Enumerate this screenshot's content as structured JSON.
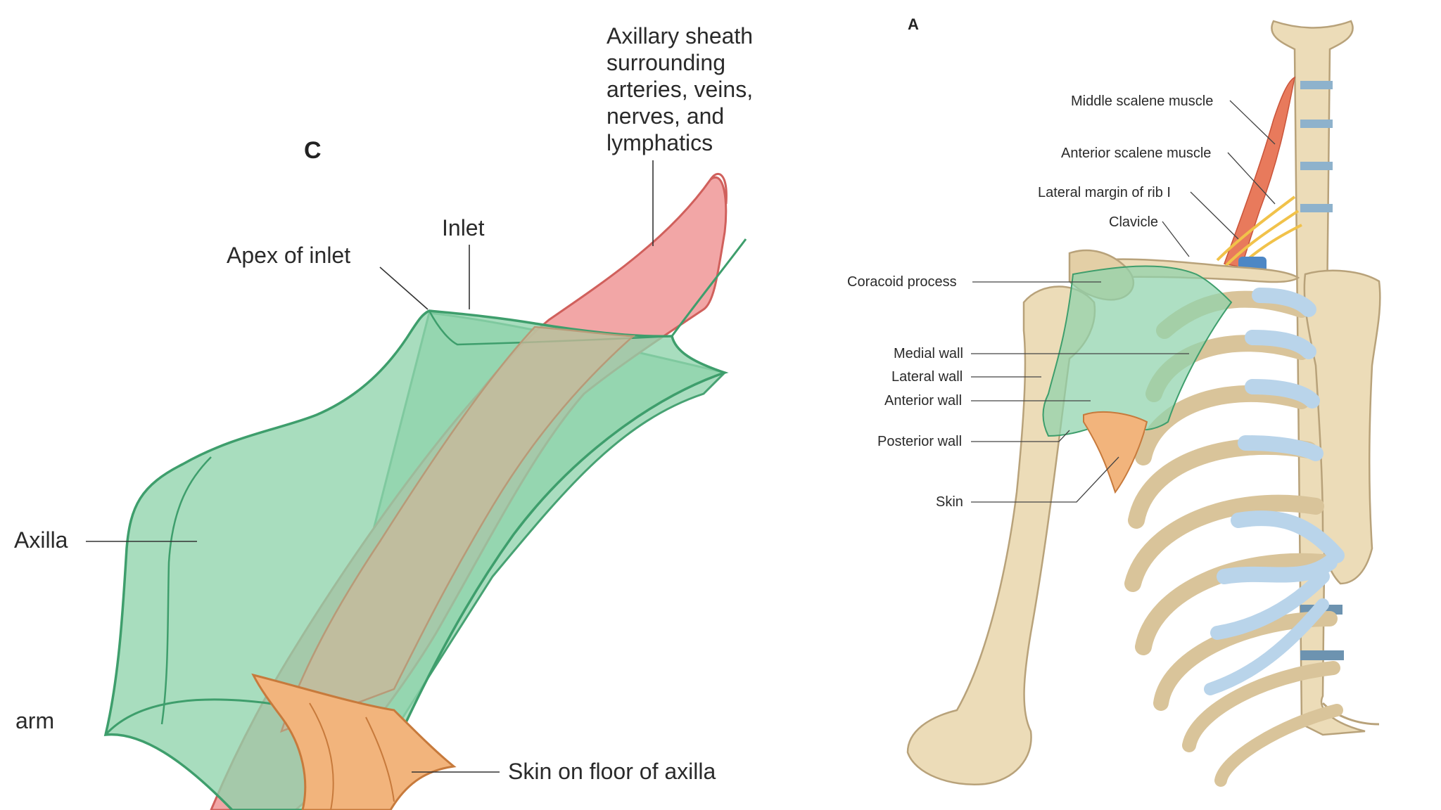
{
  "panel_c": {
    "letter": "C",
    "labels": {
      "sheath_lines": [
        "Axillary sheath",
        "surrounding",
        "arteries, veins,",
        "nerves, and",
        "lymphatics"
      ],
      "inlet": "Inlet",
      "apex": "Apex of inlet",
      "axilla": "Axilla",
      "arm": "arm",
      "skin_floor": "Skin on floor of axilla"
    }
  },
  "panel_a": {
    "letter": "A",
    "labels": {
      "middle_scalene": "Middle scalene muscle",
      "anterior_scalene": "Anterior scalene muscle",
      "rib1": "Lateral margin of rib I",
      "clavicle": "Clavicle",
      "coracoid": "Coracoid process",
      "medial_wall": "Medial wall",
      "lateral_wall": "Lateral wall",
      "anterior_wall": "Anterior wall",
      "posterior_wall": "Posterior wall",
      "skin": "Skin"
    }
  },
  "colors": {
    "axilla_green": "#8fd3ac",
    "green_edge": "#3e9e6c",
    "sheath_pink": "#ee9c9c",
    "sheath_edge": "#d0605c",
    "skin_orange": "#f0b27a",
    "bone": "#ecdcb8",
    "bone_edge": "#b8a27a",
    "cartilage_blue": "#b9d4ea",
    "muscle_red": "#e87a5c"
  }
}
